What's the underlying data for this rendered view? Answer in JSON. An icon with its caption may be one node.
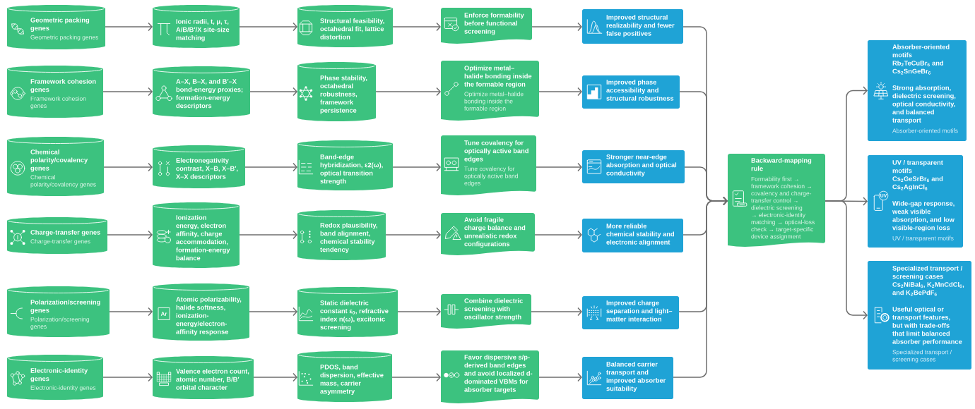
{
  "diagram": {
    "nodes": [
      {
        "text": [
          "Geometric packing genes",
          "Geometric packing genes"
        ]
      },
      {
        "text": [
          "Ionic radii, t, μ, τ, A/B/B′/X site-size matching"
        ]
      },
      {
        "text": [
          "Structural feasibility, octahedral fit, lattice distortion"
        ]
      },
      {
        "text": [
          "Enforce formability before functional screening"
        ]
      },
      {
        "text": [
          "Improved structural realizability and fewer false positives"
        ]
      },
      {
        "text": [
          "Framework cohesion genes",
          "Framework cohesion genes"
        ]
      },
      {
        "text": [
          "A–X, B–X, and B′–X bond-energy proxies; formation-energy descriptors"
        ]
      },
      {
        "text": [
          "Phase stability, octahedral robustness, framework persistence"
        ]
      },
      {
        "text": [
          "Optimize metal–halide bonding inside the formable region",
          "Optimize metal–halide bonding inside the formable region"
        ]
      },
      {
        "text": [
          "Improved phase accessibility and structural robustness"
        ]
      },
      {
        "text": [
          "Chemical polarity/covalency genes",
          "Chemical polarity/covalency genes"
        ]
      },
      {
        "text": [
          "Electronegativity contrast, X–B, X–B′, X–X descriptors"
        ]
      },
      {
        "text": [
          "Band-edge hybridization, ε2(ω), optical transition strength"
        ]
      },
      {
        "text": [
          "Tune covalency for optically active band edges",
          "Tune covalency for optically active band edges"
        ]
      },
      {
        "text": [
          "Stronger near-edge absorption and optical conductivity"
        ]
      },
      {
        "text": [
          "Charge-transfer genes",
          "Charge-transfer genes"
        ]
      },
      {
        "text": [
          "Ionization energy, electron affinity, charge accommodation, formation-energy balance"
        ]
      },
      {
        "text": [
          "Redox plausibility, band alignment, chemical stability tendency"
        ]
      },
      {
        "text": [
          "Avoid fragile charge balance and unrealistic redox configurations"
        ]
      },
      {
        "text": [
          "More reliable chemical stability and electronic alignment"
        ]
      },
      {
        "text": [
          "Polarization/screening genes",
          "Polarization/screening genes"
        ]
      },
      {
        "text": [
          "Atomic polarizability, halide softness, ionization-energy/electron-affinity response"
        ]
      },
      {
        "text": [
          "Static dielectric constant ε$_{0}$, refractive index n(ω), excitonic screening"
        ]
      },
      {
        "text": [
          "Combine dielectric screening with oscillator strength"
        ]
      },
      {
        "text": [
          "Improved charge separation and light–matter interaction"
        ]
      },
      {
        "text": [
          "Electronic-identity genes",
          "Electronic-identity genes"
        ]
      },
      {
        "text": [
          "Valence electron count, atomic number, B/B′ orbital character"
        ]
      },
      {
        "text": [
          "PDOS, band dispersion, effective mass, carrier asymmetry"
        ]
      },
      {
        "text": [
          "Favor dispersive s/p-derived band edges and avoid localized d-dominated VBMs for absorber targets"
        ]
      },
      {
        "text": [
          "Balanced carrier transport and improved absorber suitability"
        ]
      },
      {
        "text": [
          "Backward-mapping rule",
          "Formability first → framework cohesion → covalency and charge-transfer control → dielectric screening → electronic-identity matching → optical-loss check → target-specific device assignment"
        ]
      },
      {
        "text": [
          "Absorber-oriented motifs",
          "Rb$_{2}$TeCuBr$_{6}$ and Cs$_{2}$SnGeBr$_{6}$",
          "Strong absorption, dielectric screening, optical conductivity, and balanced transport",
          "Absorber-oriented motifs"
        ]
      },
      {
        "text": [
          "UV / transparent motifs",
          "Cs$_{2}$GeSrBr$_{6}$ and Cs$_{2}$AgInCl$_{6}$",
          "Wide-gap response, weak visible absorption, and low visible-region loss",
          "UV / transparent motifs"
        ]
      },
      {
        "text": [
          "Specialized transport / screening cases",
          "Cs$_{2}$NiBaI$_{6}$, K$_{2}$MnCdCl$_{6}$, and K$_{2}$BePdF$_{6}$",
          "Useful optical or transport features, but with trade-offs that limit balanced absorber performance",
          "Specialized transport / screening cases"
        ]
      }
    ],
    "edges": [
      {
        "from": 0,
        "to": 1,
        "arrow": "to"
      },
      {
        "from": 1,
        "to": 2,
        "arrow": "to"
      },
      {
        "from": 2,
        "to": 3,
        "arrow": "to"
      },
      {
        "from": 3,
        "to": 4,
        "arrow": "to"
      },
      {
        "from": 5,
        "to": 6,
        "arrow": "to"
      },
      {
        "from": 6,
        "to": 7,
        "arrow": "to"
      },
      {
        "from": 7,
        "to": 8,
        "arrow": "to"
      },
      {
        "from": 8,
        "to": 9,
        "arrow": "to"
      },
      {
        "from": 10,
        "to": 11,
        "arrow": "to"
      },
      {
        "from": 11,
        "to": 12,
        "arrow": "to"
      },
      {
        "from": 12,
        "to": 13,
        "arrow": "to"
      },
      {
        "from": 13,
        "to": 14,
        "arrow": "to"
      },
      {
        "from": 15,
        "to": 16,
        "arrow": "to"
      },
      {
        "from": 16,
        "to": 17,
        "arrow": "to"
      },
      {
        "from": 17,
        "to": 18,
        "arrow": "to"
      },
      {
        "from": 18,
        "to": 19,
        "arrow": "to"
      },
      {
        "from": 20,
        "to": 21,
        "arrow": "to"
      },
      {
        "from": 21,
        "to": 22,
        "arrow": "to"
      },
      {
        "from": 22,
        "to": 23,
        "arrow": "to"
      },
      {
        "from": 23,
        "to": 24,
        "arrow": "to"
      },
      {
        "from": 25,
        "to": 26,
        "arrow": "to"
      },
      {
        "from": 26,
        "to": 27,
        "arrow": "to"
      },
      {
        "from": 27,
        "to": 28,
        "arrow": "to"
      },
      {
        "from": 28,
        "to": 29,
        "arrow": "to"
      },
      {
        "from": 4,
        "to": 30,
        "arrow": "to"
      },
      {
        "from": 9,
        "to": 30,
        "arrow": "to"
      },
      {
        "from": 14,
        "to": 30,
        "arrow": "to"
      },
      {
        "from": 19,
        "to": 30,
        "arrow": "to"
      },
      {
        "from": 24,
        "to": 30,
        "arrow": "to"
      },
      {
        "from": 29,
        "to": 30,
        "arrow": "to"
      },
      {
        "from": 30,
        "to": 31,
        "arrow": "to"
      },
      {
        "from": 30,
        "to": 32,
        "arrow": "to"
      },
      {
        "from": 30,
        "to": 33,
        "arrow": "to"
      }
    ],
    "labels": [
      "Ar",
      "UV"
    ]
  }
}
